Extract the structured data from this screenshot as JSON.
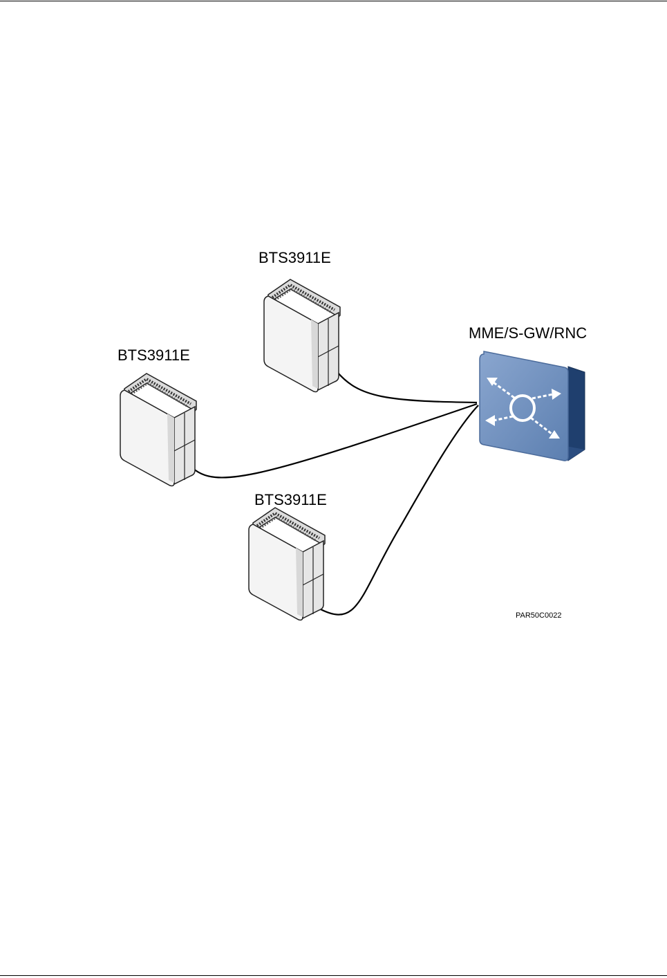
{
  "diagram": {
    "nodes": [
      {
        "id": "bts-top",
        "label": "BTS3911E",
        "type": "base-station",
        "icon": "bts-cabinet-icon"
      },
      {
        "id": "bts-left",
        "label": "BTS3911E",
        "type": "base-station",
        "icon": "bts-cabinet-icon"
      },
      {
        "id": "bts-bottom",
        "label": "BTS3911E",
        "type": "base-station",
        "icon": "bts-cabinet-icon"
      },
      {
        "id": "core",
        "label": "MME/S-GW/RNC",
        "type": "switch",
        "icon": "router-switch-icon"
      }
    ],
    "edges": [
      {
        "from": "bts-top",
        "to": "core"
      },
      {
        "from": "bts-left",
        "to": "core"
      },
      {
        "from": "bts-bottom",
        "to": "core"
      }
    ],
    "figure_code": "PAR50C0022",
    "colors": {
      "switch_face": "#6f8fbd",
      "switch_side": "#1f3f6e",
      "switch_symbol": "#ffffff",
      "line": "#000000"
    }
  }
}
